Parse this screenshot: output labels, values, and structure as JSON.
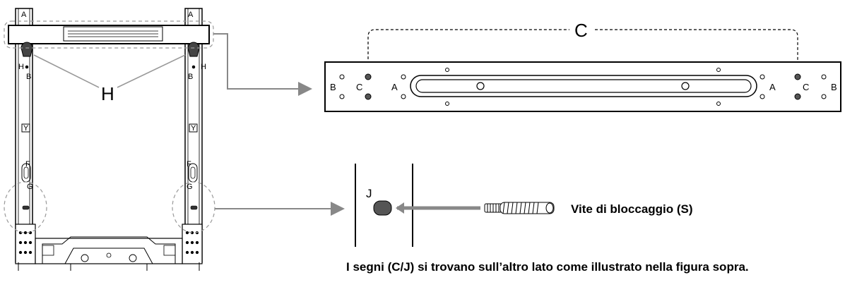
{
  "frame": {
    "top_labels": [
      "A",
      "A"
    ],
    "hole_labels": [
      "H",
      "H"
    ],
    "b_labels": [
      "B",
      "B"
    ],
    "bracket_label": "H",
    "y_labels": [
      "Y",
      "Y"
    ],
    "f_labels": [
      "F",
      "F"
    ],
    "g_labels": [
      "G",
      "G"
    ]
  },
  "rail": {
    "callout_label": "C",
    "left_labels": [
      "B",
      "C",
      "A"
    ],
    "right_labels": [
      "A",
      "C",
      "B"
    ]
  },
  "screw": {
    "mark_label": "J",
    "name": "Vite di bloccaggio (S)"
  },
  "note": "I segni (C/J) si trovano sull’altro lato come illustrato nella figura sopra."
}
